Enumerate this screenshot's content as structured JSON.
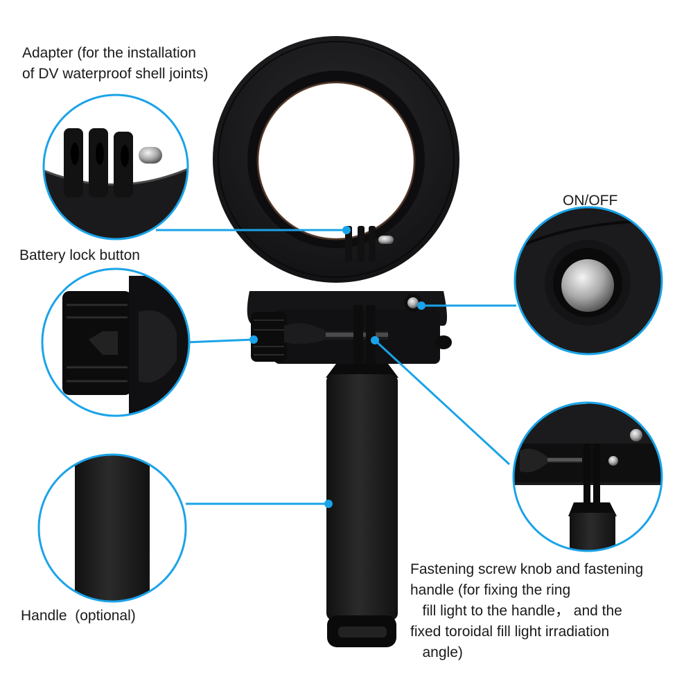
{
  "accent_color": "#1aa3e8",
  "labels": {
    "adapter": "Adapter (for the installation\nof DV waterproof shell joints)",
    "battery_lock": "Battery lock button",
    "handle": "Handle  (optional)",
    "on_off": "ON/OFF",
    "fastening": "Fastening screw knob and fastening\nhandle (for fixing the ring\n   fill light to the handle， and the\nfixed toroidal fill light irradiation\n   angle)"
  },
  "callouts": [
    {
      "id": "adapter",
      "icon": "gopro-mount-closeup"
    },
    {
      "id": "battery-lock",
      "icon": "locking-knob-closeup"
    },
    {
      "id": "handle",
      "icon": "grip-texture-closeup"
    },
    {
      "id": "on-off",
      "icon": "power-button-closeup"
    },
    {
      "id": "fastening",
      "icon": "thumbscrew-mount-closeup"
    }
  ]
}
